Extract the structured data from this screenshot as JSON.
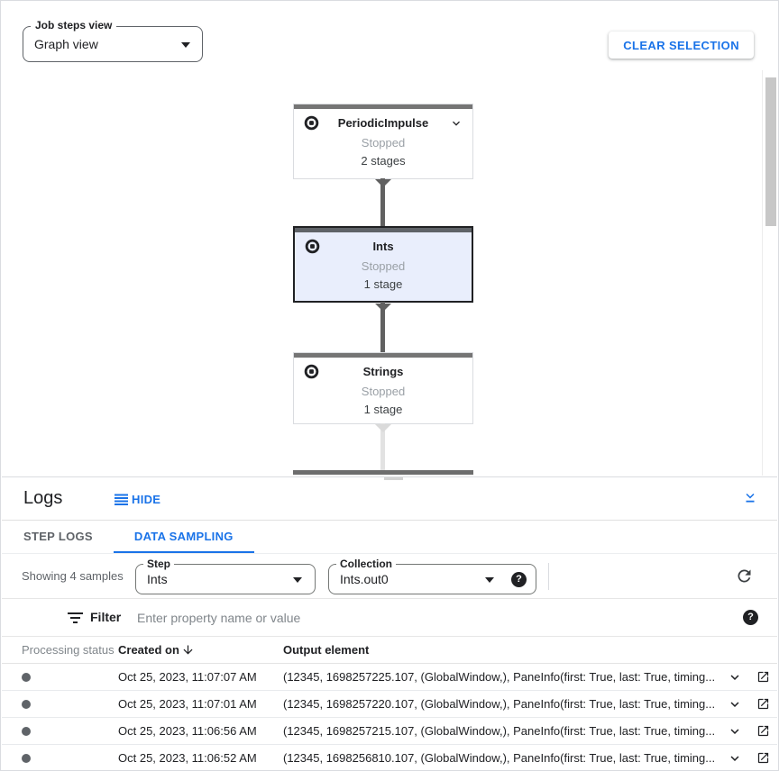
{
  "header": {
    "view_select": {
      "label": "Job steps view",
      "value": "Graph view"
    },
    "clear_selection_label": "CLEAR SELECTION"
  },
  "graph": {
    "nodes": [
      {
        "title": "PeriodicImpulse",
        "status": "Stopped",
        "stages": "2 stages",
        "selected": false
      },
      {
        "title": "Ints",
        "status": "Stopped",
        "stages": "1 stage",
        "selected": true
      },
      {
        "title": "Strings",
        "status": "Stopped",
        "stages": "1 stage",
        "selected": false
      }
    ]
  },
  "logs": {
    "title": "Logs",
    "hide_label": "HIDE",
    "tabs": [
      {
        "label": "STEP LOGS",
        "active": false
      },
      {
        "label": "DATA SAMPLING",
        "active": true
      }
    ],
    "toolbar": {
      "showing_text": "Showing 4 samples",
      "step_select": {
        "label": "Step",
        "value": "Ints"
      },
      "collection_select": {
        "label": "Collection",
        "value": "Ints.out0"
      },
      "help_glyph": "?"
    },
    "filter": {
      "label": "Filter",
      "placeholder": "Enter property name or value",
      "help_glyph": "?"
    },
    "table": {
      "columns": [
        "Processing status",
        "Created on",
        "Output element"
      ],
      "rows": [
        {
          "created_on": "Oct 25, 2023, 11:07:07 AM",
          "output_element": "(12345, 1698257225.107, (GlobalWindow,), PaneInfo(first: True, last: True, timing..."
        },
        {
          "created_on": "Oct 25, 2023, 11:07:01 AM",
          "output_element": "(12345, 1698257220.107, (GlobalWindow,), PaneInfo(first: True, last: True, timing..."
        },
        {
          "created_on": "Oct 25, 2023, 11:06:56 AM",
          "output_element": "(12345, 1698257215.107, (GlobalWindow,), PaneInfo(first: True, last: True, timing..."
        },
        {
          "created_on": "Oct 25, 2023, 11:06:52 AM",
          "output_element": "(12345, 1698256810.107, (GlobalWindow,), PaneInfo(first: True, last: True, timing..."
        }
      ]
    }
  },
  "colors": {
    "accent_blue": "#1a73e8",
    "selected_node_bg": "#e9eefc",
    "node_top_bar": "#757575",
    "status_gray": "#9aa0a6",
    "edge_dark": "#616161",
    "edge_light": "#e2e2e2"
  }
}
